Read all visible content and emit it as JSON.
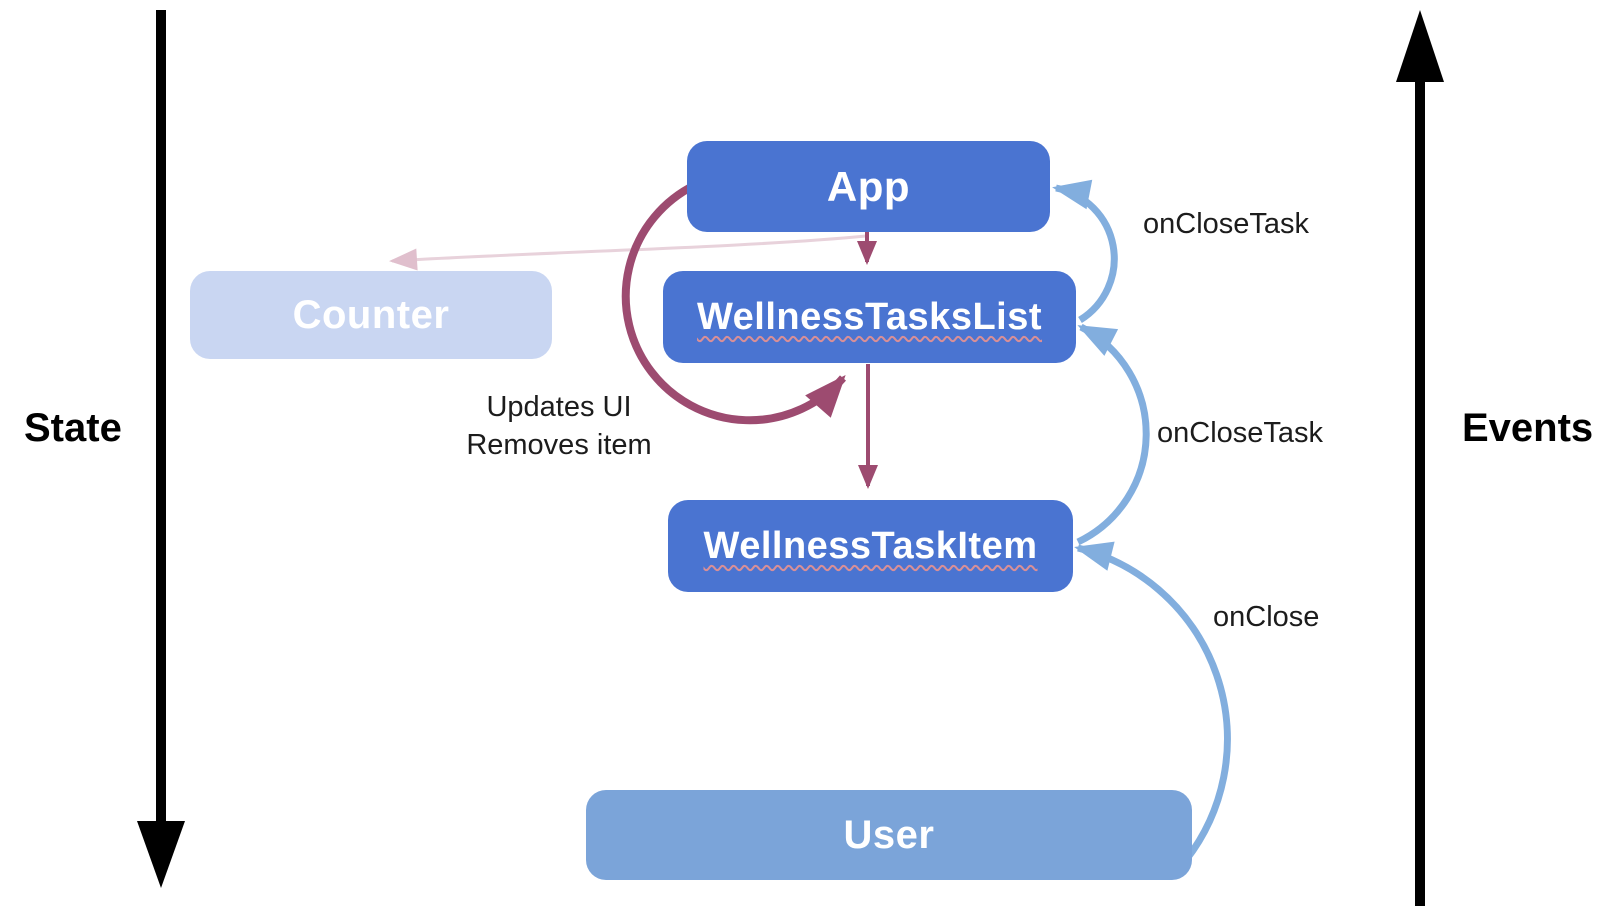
{
  "axes": {
    "left_label": "State",
    "right_label": "Events"
  },
  "nodes": [
    {
      "id": "app",
      "label": "App"
    },
    {
      "id": "counter",
      "label": "Counter"
    },
    {
      "id": "wellness_tasks_list",
      "label": "WellnessTasksList"
    },
    {
      "id": "wellness_task_item",
      "label": "WellnessTaskItem"
    },
    {
      "id": "user",
      "label": "User"
    }
  ],
  "edges": [
    {
      "from": "app",
      "to": "wellness_tasks_list",
      "kind": "state-prop",
      "label": ""
    },
    {
      "from": "wellness_tasks_list",
      "to": "wellness_task_item",
      "kind": "state-prop",
      "label": ""
    },
    {
      "from": "app",
      "to": "counter",
      "kind": "state-dimmed",
      "label": ""
    },
    {
      "from": "app",
      "to": "wellness_tasks_list",
      "kind": "state-loop",
      "label": "Updates UI Removes item"
    },
    {
      "from": "wellness_tasks_list",
      "to": "app",
      "kind": "event",
      "label": "onCloseTask"
    },
    {
      "from": "wellness_task_item",
      "to": "wellness_tasks_list",
      "kind": "event",
      "label": "onCloseTask"
    },
    {
      "from": "user",
      "to": "wellness_task_item",
      "kind": "event",
      "label": "onClose"
    }
  ],
  "labels": {
    "event_top": "onCloseTask",
    "event_mid": "onCloseTask",
    "event_bottom": "onClose",
    "loop_line1": "Updates UI",
    "loop_line2": "Removes item"
  },
  "colors": {
    "node_blue": "#4a74d1",
    "node_dimmed": "#c9d6f2",
    "node_user": "#7ba4d9",
    "node_text": "#ffffff",
    "state_arrow_maroon": "#9d4b70",
    "state_arrow_dimmed_pink": "#e8d2db",
    "event_arrow_blue": "#82aede",
    "axis_black": "#000000",
    "wavy_underline": "#d98f97",
    "label_text": "#1c1c1c"
  }
}
